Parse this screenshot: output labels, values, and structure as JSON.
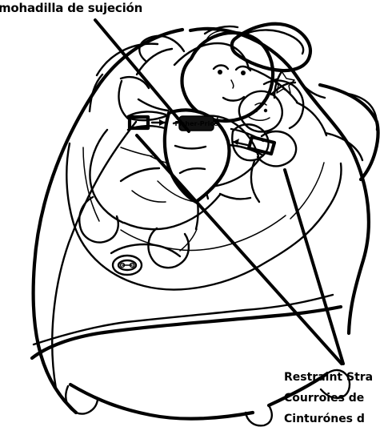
{
  "labels": {
    "top": "mohadilla de sujeción",
    "bottom": [
      "Restraint Stra",
      "Courroies de",
      "Cinturónes d"
    ]
  },
  "logo": {
    "text": "Fisher-Price"
  }
}
